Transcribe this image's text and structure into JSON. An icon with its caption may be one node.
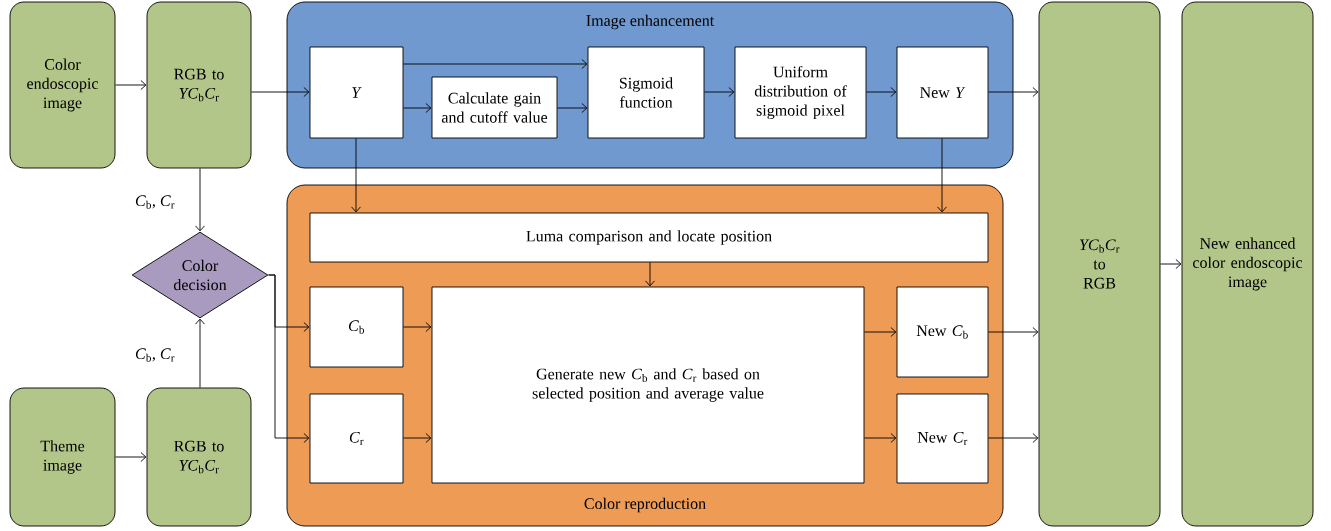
{
  "diagram": {
    "nodes": [
      {
        "text": [
          "Color endoscopic image"
        ]
      },
      {
        "text": [
          "RGB to *YC*$_{b}$*C*$_{r}$"
        ]
      },
      {
        "text": [
          "Image enhancement"
        ]
      },
      {
        "text": [
          "*Y*"
        ],
        "in": 2
      },
      {
        "text": [
          "Calculate gain and cutoff value"
        ],
        "in": 2
      },
      {
        "text": [
          "Sigmoid function"
        ],
        "in": 2
      },
      {
        "text": [
          "Uniform distribution of sigmoid pixel"
        ],
        "in": 2
      },
      {
        "text": [
          "New *Y*"
        ],
        "in": 2
      },
      {
        "text": [
          "Color reproduction"
        ]
      },
      {
        "text": [
          "Luma comparison and locate position"
        ],
        "in": 8
      },
      {
        "text": [
          "*C*$_{b}$"
        ],
        "in": 8
      },
      {
        "text": [
          "*C*$_{r}$"
        ],
        "in": 8
      },
      {
        "text": [
          "Generate new *C*$_{b}$ and *C*$_{r}$ based on selected position and average value"
        ],
        "in": 8
      },
      {
        "text": [
          "New *C*$_{b}$"
        ],
        "in": 8
      },
      {
        "text": [
          "New *C*$_{r}$"
        ],
        "in": 8
      },
      {
        "text": [
          "Color decision"
        ]
      },
      {
        "text": [
          "Theme image"
        ]
      },
      {
        "text": [
          "RGB to *YC*$_{b}$*C*$_{r}$"
        ]
      },
      {
        "text": [
          "*YC*$_{b}$*C*$_{r}$ to RGB"
        ]
      },
      {
        "text": [
          "New enhanced color endoscopic image"
        ]
      }
    ],
    "edges": [
      {
        "from": 0,
        "to": 1,
        "arrow": "to"
      },
      {
        "from": 1,
        "to": 3,
        "arrow": "to"
      },
      {
        "from": 3,
        "to": 5,
        "arrow": "to"
      },
      {
        "from": 3,
        "to": 4,
        "arrow": "to"
      },
      {
        "from": 4,
        "to": 5,
        "arrow": "to"
      },
      {
        "from": 5,
        "to": 6,
        "arrow": "to"
      },
      {
        "from": 6,
        "to": 7,
        "arrow": "to"
      },
      {
        "from": 7,
        "to": 18,
        "arrow": "to"
      },
      {
        "from": 3,
        "to": 9,
        "arrow": "to"
      },
      {
        "from": 7,
        "to": 9,
        "arrow": "to"
      },
      {
        "from": 9,
        "to": 12,
        "arrow": "to"
      },
      {
        "from": 1,
        "to": 15,
        "arrow": "to",
        "label": "*C*$_{b}$, *C*$_{r}$"
      },
      {
        "from": 16,
        "to": 17,
        "arrow": "to"
      },
      {
        "from": 17,
        "to": 15,
        "arrow": "to",
        "label": "*C*$_{b}$, *C*$_{r}$"
      },
      {
        "from": 15,
        "to": 10,
        "arrow": "to"
      },
      {
        "from": 15,
        "to": 11,
        "arrow": "to"
      },
      {
        "from": 10,
        "to": 12,
        "arrow": "to"
      },
      {
        "from": 11,
        "to": 12,
        "arrow": "to"
      },
      {
        "from": 12,
        "to": 13,
        "arrow": "to"
      },
      {
        "from": 12,
        "to": 14,
        "arrow": "to"
      },
      {
        "from": 13,
        "to": 18,
        "arrow": "to"
      },
      {
        "from": 14,
        "to": 18,
        "arrow": "to"
      },
      {
        "from": 18,
        "to": 19,
        "arrow": "to"
      }
    ]
  }
}
